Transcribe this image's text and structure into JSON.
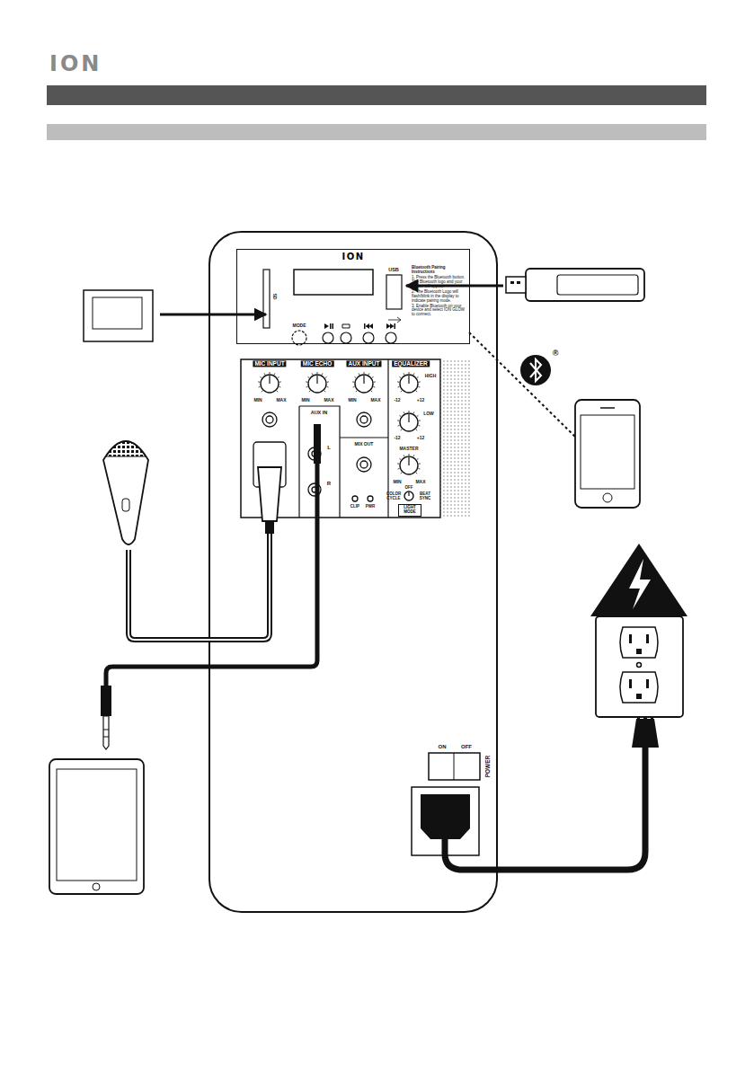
{
  "diagram": {
    "nodes": [
      {
        "text": [
          "ION"
        ]
      },
      {
        "text": [
          "LIGHT MODE"
        ]
      }
    ],
    "labels": [
      "ION",
      "USB",
      "SD",
      "MODE",
      "Bluetooth Pairing Instructions",
      "1. Press the Bluetooth button. The Bluetooth logo and your device will appear.",
      "2. The Bluetooth Logo will flash/blink in the display to indicate pairing mode.",
      "3. Enable Bluetooth on your device and select ION GLOW to connect.",
      "MIC INPUT",
      "MIC ECHO",
      "AUX INPUT",
      "EQUALIZER",
      "MIN",
      "MAX",
      "MIN",
      "MAX",
      "MIN",
      "MAX",
      "HIGH",
      "-12",
      "+12",
      "AUX IN",
      "LOW",
      "-12",
      "+12",
      "L",
      "R",
      "MASTER",
      "MIX OUT",
      "MIN",
      "MAX",
      "OFF",
      "COLOR CYCLE",
      "BEAT SYNC",
      "CLIP",
      "PWR",
      "ON",
      "OFF",
      "POWER",
      "®"
    ]
  }
}
